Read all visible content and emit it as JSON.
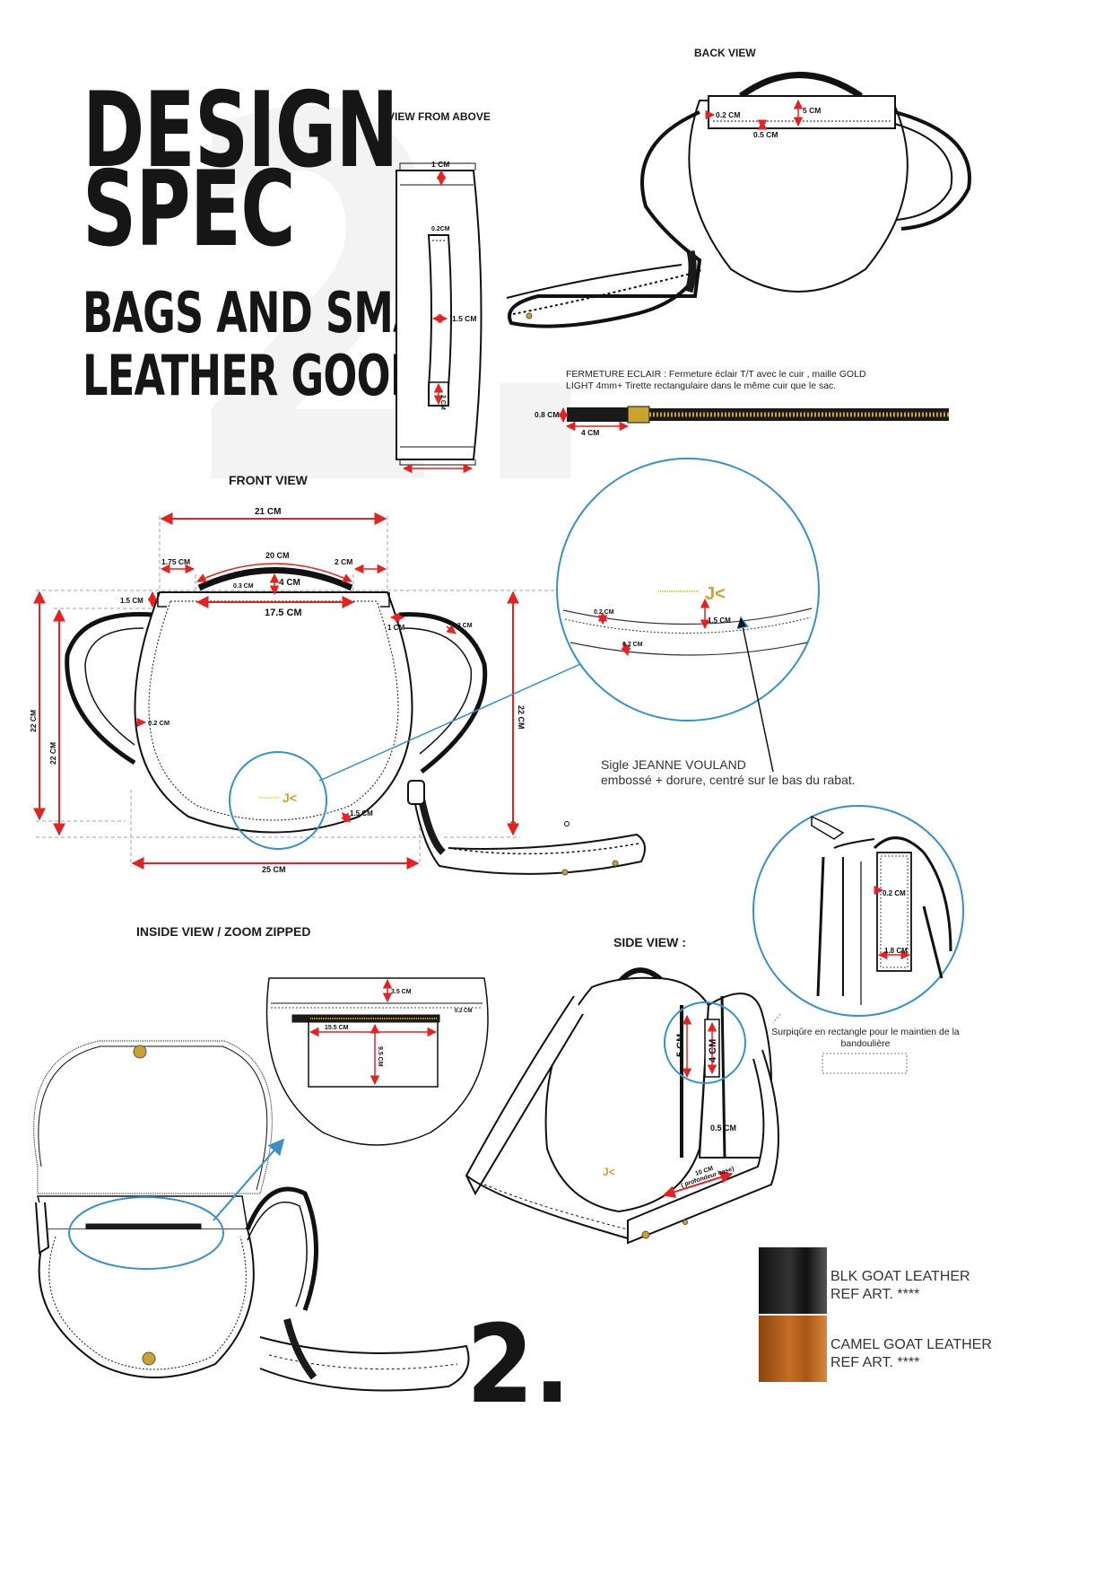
{
  "header": {
    "title_line1": "DESIGN",
    "title_line2": "SPEC",
    "subtitle_line1": "BAGS AND SMALL",
    "subtitle_line2": "LEATHER GOODS",
    "page_number": "2."
  },
  "views": {
    "back": "BACK VIEW",
    "above": "VIEW FROM ABOVE",
    "front": "FRONT VIEW",
    "inside": "INSIDE VIEW / ZOOM ZIPPED",
    "side": "SIDE VIEW :"
  },
  "zipper_note": {
    "line1": "FERMETURE ECLAIR : Fermeture éclair T/T avec le cuir , maille GOLD",
    "line2": "LIGHT 4mm+ Tirette rectangulaire dans le même cuir que le sac."
  },
  "logo_note": {
    "line1": "Sigle JEANNE VOULAND",
    "line2": "embossé + dorure, centré sur le bas du rabat."
  },
  "strap_note": {
    "line1": "Surpiqûre en rectangle pour le maintien de la",
    "line2": "bandoulière"
  },
  "dimensions": {
    "back_flap_height": "5 CM",
    "back_edge": "0.2 CM",
    "back_stitch": "0.5 CM",
    "above_top": "1 CM",
    "above_handle_edge": "0.2CM",
    "above_handle_width": "1.5 CM",
    "above_handle_base": "2 CM",
    "zip_height": "0.8 CM",
    "zip_pull": "4 CM",
    "front_width_top": "21 CM",
    "front_handle_length": "20 CM",
    "front_left_gap": "1.75 CM",
    "front_right_gap": "2 CM",
    "front_handle_thickness": "0.3 CM",
    "front_handle_height": "4 CM",
    "front_handle_base": "17.5 CM",
    "front_top_drop": "1.5 CM",
    "front_strap_edge": "0.3 CM",
    "front_right_inset": "1 CM",
    "front_height_outer": "22 CM",
    "front_height_inner": "22 CM",
    "front_height_right": "22 CM",
    "front_flap_stitch": "0.2 CM",
    "front_corner": "1.5 CM",
    "front_bottom_width": "25 CM",
    "zoom_logo_edge1": "0.2 CM",
    "zoom_logo_height": "1.5 CM",
    "zoom_logo_edge2": "0.2 CM",
    "inside_top": "3.5 CM",
    "inside_edge": "0.2 CM",
    "inside_pocket_width": "15.5 CM",
    "inside_pocket_height": "9.5 CM",
    "side_stitch": "0.2 CM",
    "side_loop": "1.8 CM",
    "side_height": "5 CM",
    "side_loop_height": "4 CM",
    "side_edge": "0.5 CM",
    "side_depth": "10 CM",
    "side_depth_note": "( profondeur base)"
  },
  "logo_text": "J<",
  "materials": [
    {
      "line1": "BLK GOAT LEATHER",
      "line2": "REF ART. ****",
      "color": "#1b1b1b"
    },
    {
      "line1": "CAMEL GOAT LEATHER",
      "line2": "REF ART. ****",
      "color": "#b8621f"
    }
  ],
  "colors": {
    "dimension": "#e02424",
    "zoom": "#3a8fc4",
    "gold": "#c8a331",
    "outline": "#111111"
  }
}
